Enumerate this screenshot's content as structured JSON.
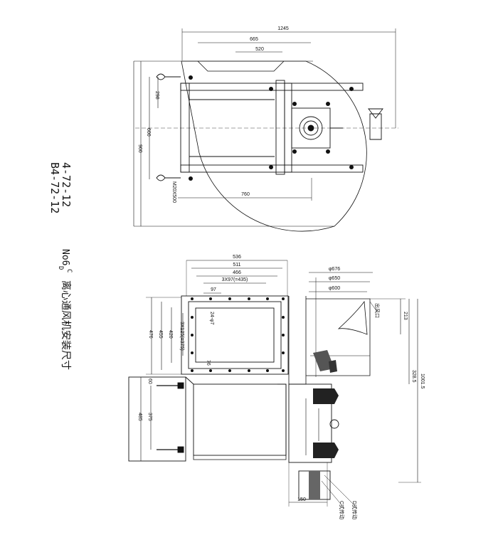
{
  "title": {
    "model_line1": "4-72-12",
    "model_line2": "B4-72-12",
    "size_prefix": "No6",
    "size_sup": "C",
    "size_sub": "D",
    "caption": "离心通风机安装尺寸"
  },
  "top_view": {
    "dims": {
      "overall_width": "1245",
      "inlet_width": "665",
      "flange_width": "520",
      "depth_total": "900",
      "depth_mid": "600",
      "depth_short": "298",
      "base_length": "760",
      "bolt_spec": "M20X500"
    }
  },
  "side_view": {
    "dims": {
      "outlet_536": "536",
      "outlet_511": "511",
      "outlet_466": "466",
      "bolt_pitch": "3X97(=435)",
      "bolt_97": "97",
      "holes": "24-φ7",
      "height_476": "476",
      "height_455": "455",
      "height_420": "420",
      "pitch_v": "3X125(=375)",
      "offset_76": "76",
      "base_485": "485",
      "base_375": "375",
      "base_60": "60",
      "dia_676": "φ676",
      "dia_650": "φ650",
      "dia_600": "φ600",
      "gap_213": "213",
      "height_328": "328.5",
      "height_1001": "1001.5",
      "shaft_150": "150",
      "note_1": "C式传动",
      "note_2": "D式传动",
      "note_3": "出风口"
    }
  }
}
